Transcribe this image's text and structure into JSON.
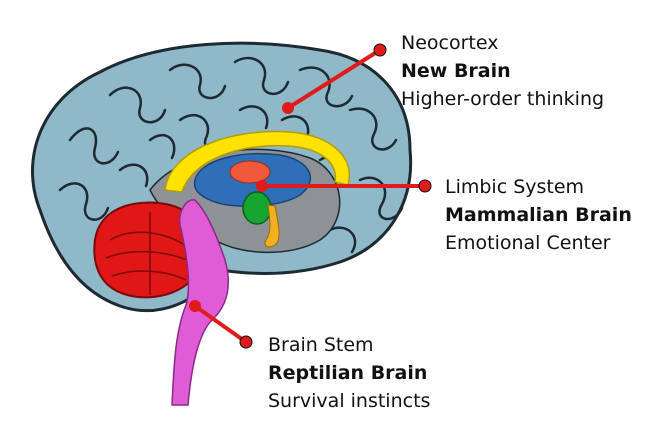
{
  "labels": {
    "neocortex": {
      "line1": "Neocortex",
      "line2": "New Brain",
      "line3": "Higher-order thinking"
    },
    "limbic": {
      "line1": "Limbic System",
      "line2": "Mammalian Brain",
      "line3": "Emotional Center"
    },
    "brainstem": {
      "line1": "Brain Stem",
      "line2": "Reptilian Brain",
      "line3": "Survival instincts"
    }
  },
  "colors": {
    "cortex": "#8fb9c9",
    "cortex_outline": "#1d2a31",
    "inner_gray": "#8c9296",
    "cerebellum": "#e11616",
    "brainstem": "#e05bd6",
    "corpus_callosum": "#ffe200",
    "thalamus": "#2f6fb8",
    "hypothalamus": "#16a52f",
    "fornix": "#f05a3a",
    "pituitary": "#f2b01f",
    "pointer": "#e01b1b"
  }
}
